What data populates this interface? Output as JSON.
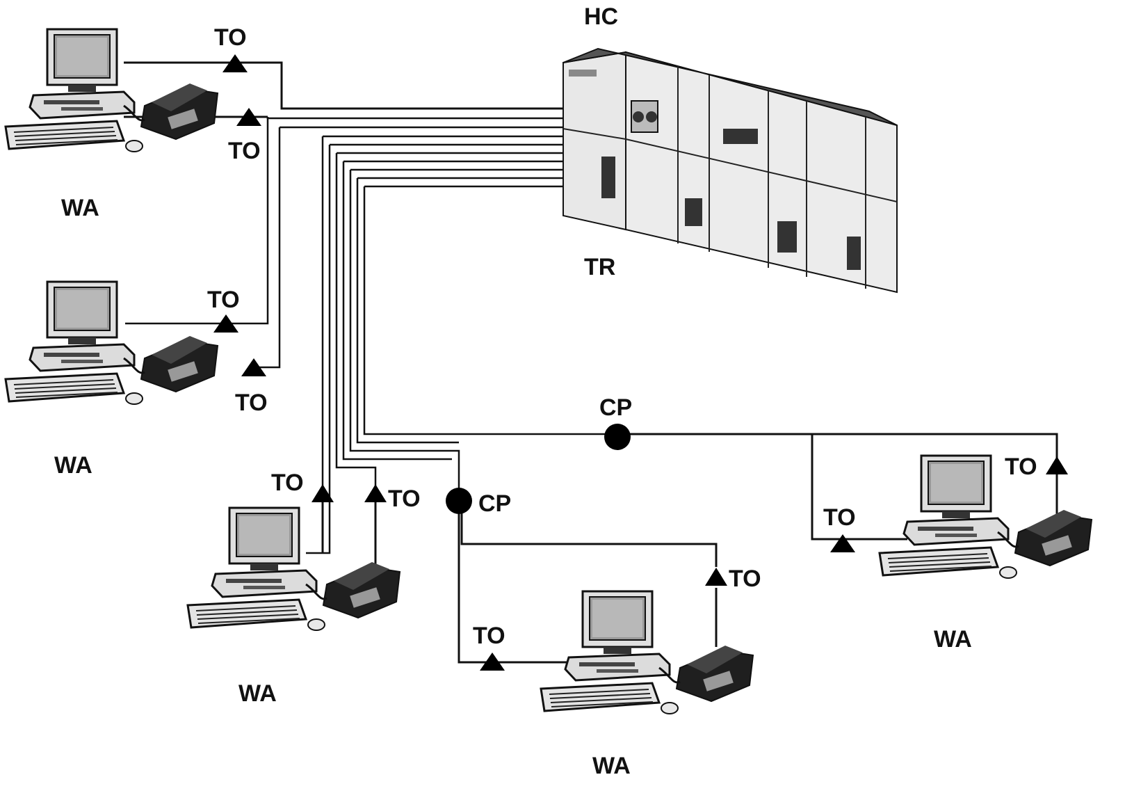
{
  "labels": {
    "hc": "HC",
    "tr": "TR",
    "to": "TO",
    "cp": "CP",
    "wa": "WA"
  },
  "colors": {
    "line": "#111111",
    "equipment_light": "#e9e9e9",
    "equipment_dark": "#2a2a2a"
  },
  "icons": [
    "computer-workstation-icon",
    "telephone-icon",
    "server-rack-icon"
  ]
}
